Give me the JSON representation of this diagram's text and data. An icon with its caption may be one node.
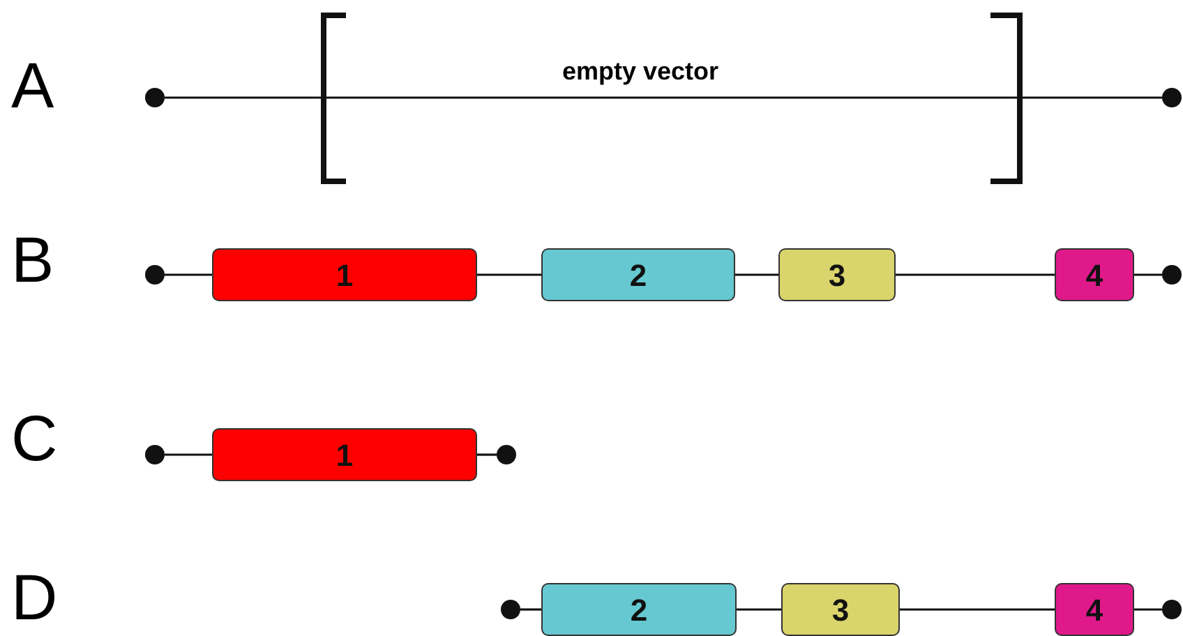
{
  "diagram": {
    "nodes": [
      {
        "text": [],
        "shape": "circle"
      },
      {
        "text": [],
        "shape": "circle"
      },
      {
        "text": [],
        "shape": "circle"
      },
      {
        "text": [
          "1"
        ]
      },
      {
        "text": [
          "2"
        ]
      },
      {
        "text": [
          "3"
        ]
      },
      {
        "text": [
          "4"
        ]
      },
      {
        "text": [],
        "shape": "circle"
      },
      {
        "text": [],
        "shape": "circle"
      },
      {
        "text": [
          "1"
        ]
      },
      {
        "text": [],
        "shape": "circle"
      },
      {
        "text": [],
        "shape": "circle"
      },
      {
        "text": [
          "2"
        ]
      },
      {
        "text": [
          "3"
        ]
      },
      {
        "text": [
          "4"
        ]
      },
      {
        "text": [],
        "shape": "circle"
      }
    ],
    "edges": [
      {
        "from": 0,
        "to": 1,
        "arrow": "none"
      },
      {
        "from": 2,
        "to": 3,
        "arrow": "none"
      },
      {
        "from": 3,
        "to": 4,
        "arrow": "none"
      },
      {
        "from": 4,
        "to": 5,
        "arrow": "none"
      },
      {
        "from": 5,
        "to": 6,
        "arrow": "none"
      },
      {
        "from": 6,
        "to": 7,
        "arrow": "none"
      },
      {
        "from": 8,
        "to": 9,
        "arrow": "none"
      },
      {
        "from": 9,
        "to": 10,
        "arrow": "none"
      },
      {
        "from": 11,
        "to": 12,
        "arrow": "none"
      },
      {
        "from": 12,
        "to": 13,
        "arrow": "none"
      },
      {
        "from": 13,
        "to": 14,
        "arrow": "none"
      },
      {
        "from": 14,
        "to": 15,
        "arrow": "none"
      }
    ],
    "labels": [
      "A",
      "empty vector",
      "B",
      "C",
      "D"
    ]
  }
}
